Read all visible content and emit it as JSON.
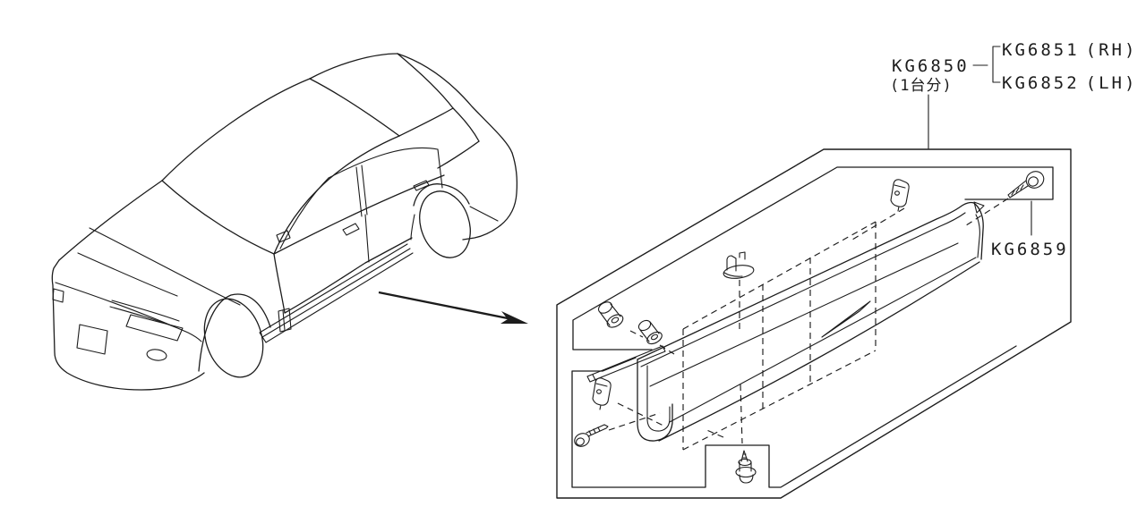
{
  "colors": {
    "background": "#ffffff",
    "line": "#1c1c1c",
    "text": "#1c1c1c"
  },
  "callouts": {
    "assembly": {
      "code": "KG6850",
      "qty_note": "(1台分)"
    },
    "rh": {
      "code": "KG6851",
      "side": "(RH)"
    },
    "lh": {
      "code": "KG6852",
      "side": "(LH)"
    },
    "clip_screw": {
      "code": "KG6859"
    }
  }
}
